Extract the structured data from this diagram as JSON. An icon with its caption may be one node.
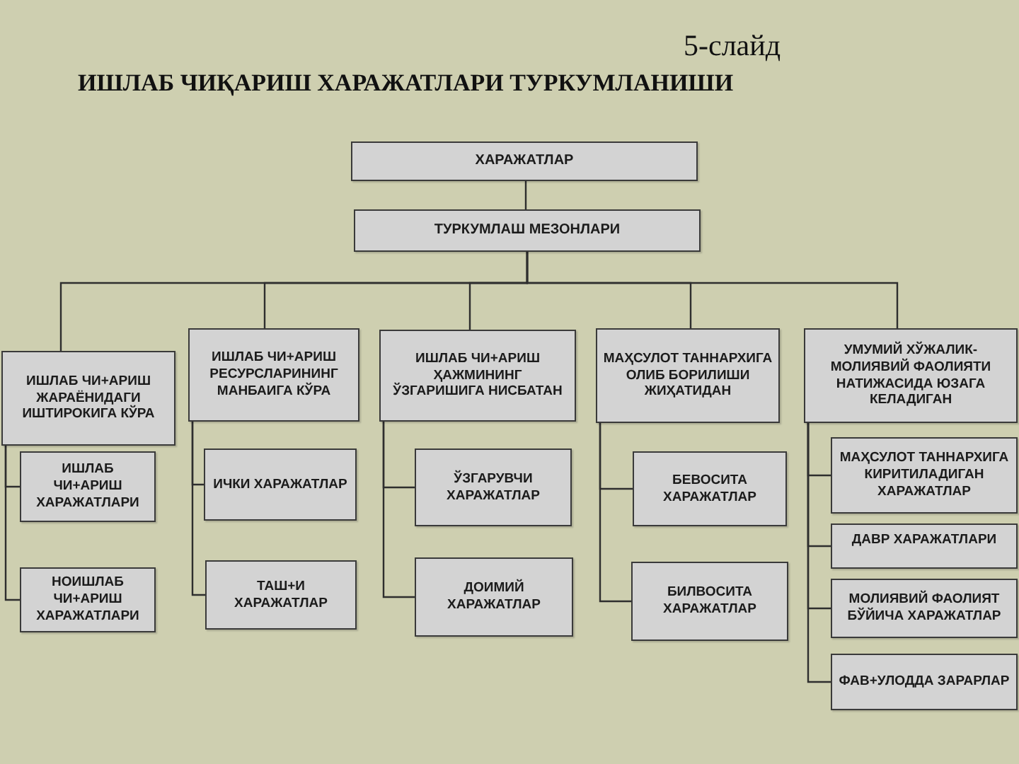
{
  "diagram": {
    "title": "ИШЛАБ ЧИҚАРИШ ХАРАЖАТЛАРИ ТУРКУМЛАНИШИ",
    "nodes": [
      {
        "text": [
          "ХАРАЖАТЛАР"
        ]
      },
      {
        "text": [
          "ТУРКУМЛАШ МЕЗОНЛАРИ"
        ]
      },
      {
        "text": [
          "ИШЛАБ ЧИ+АРИШ ЖАРАЁНИДАГИ ИШТИРОКИГА КЎРА"
        ]
      },
      {
        "text": [
          "ИШЛАБ ЧИ+АРИШ РЕСУРСЛАРИНИНГ МАНБАИГА КЎРА"
        ]
      },
      {
        "text": [
          "ИШЛАБ ЧИ+АРИШ ҲАЖМИНИНГ ЎЗГАРИШИГА НИСБАТАН"
        ]
      },
      {
        "text": [
          "МАҲСУЛОТ ТАННАРХИГА ОЛИБ БОРИЛИШИ ЖИҲАТИДАН"
        ]
      },
      {
        "text": [
          "УМУМИЙ ХЎЖАЛИК-МОЛИЯВИЙ ФАОЛИЯТИ НАТИЖАСИДА ЮЗАГА КЕЛАДИГАН"
        ]
      },
      {
        "text": [
          "ИШЛАБ ЧИ+АРИШ ХАРАЖАТЛАРИ"
        ]
      },
      {
        "text": [
          "НОИШЛАБ ЧИ+АРИШ ХАРАЖАТЛАРИ"
        ]
      },
      {
        "text": [
          "ИЧКИ ХАРАЖАТЛАР"
        ]
      },
      {
        "text": [
          "ТАШ+И ХАРАЖАТЛАР"
        ]
      },
      {
        "text": [
          "ЎЗГАРУВЧИ ХАРАЖАТЛАР"
        ]
      },
      {
        "text": [
          "ДОИМИЙ ХАРАЖАТЛАР"
        ]
      },
      {
        "text": [
          "БЕВОСИТА ХАРАЖАТЛАР"
        ]
      },
      {
        "text": [
          "БИЛВОСИТА ХАРАЖАТЛАР"
        ]
      },
      {
        "text": [
          "МАҲСУЛОТ ТАННАРХИГА КИРИТИЛАДИГАН ХАРАЖАТЛАР"
        ]
      },
      {
        "text": [
          "ДАВР ХАРАЖАТЛАРИ"
        ]
      },
      {
        "text": [
          "МОЛИЯВИЙ ФАОЛИЯТ БЎЙИЧА ХАРАЖАТЛАР"
        ]
      },
      {
        "text": [
          "ФАВ+УЛОДДА ЗАРАРЛАР"
        ]
      }
    ],
    "edges": [
      {
        "from": 0,
        "to": 1,
        "arrow": "none"
      },
      {
        "from": 1,
        "to": 2,
        "arrow": "none"
      },
      {
        "from": 1,
        "to": 3,
        "arrow": "none"
      },
      {
        "from": 1,
        "to": 4,
        "arrow": "none"
      },
      {
        "from": 1,
        "to": 5,
        "arrow": "none"
      },
      {
        "from": 1,
        "to": 6,
        "arrow": "none"
      },
      {
        "from": 2,
        "to": 7,
        "arrow": "none"
      },
      {
        "from": 2,
        "to": 8,
        "arrow": "none"
      },
      {
        "from": 3,
        "to": 9,
        "arrow": "none"
      },
      {
        "from": 3,
        "to": 10,
        "arrow": "none"
      },
      {
        "from": 4,
        "to": 11,
        "arrow": "none"
      },
      {
        "from": 4,
        "to": 12,
        "arrow": "none"
      },
      {
        "from": 5,
        "to": 13,
        "arrow": "none"
      },
      {
        "from": 5,
        "to": 14,
        "arrow": "none"
      },
      {
        "from": 6,
        "to": 15,
        "arrow": "none"
      },
      {
        "from": 6,
        "to": 16,
        "arrow": "none"
      },
      {
        "from": 6,
        "to": 17,
        "arrow": "none"
      },
      {
        "from": 6,
        "to": 18,
        "arrow": "none"
      }
    ],
    "labels": [
      "5-слайд"
    ]
  }
}
